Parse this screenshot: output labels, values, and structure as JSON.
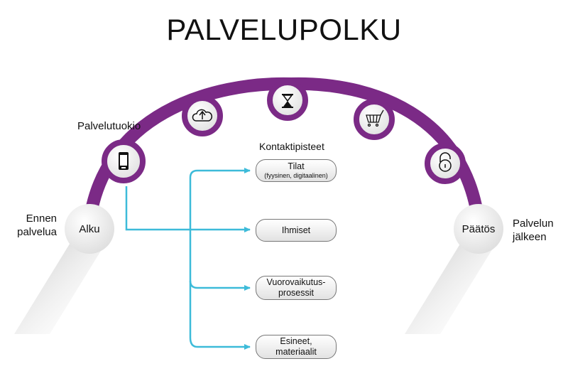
{
  "title": "PALVELUPOLKU",
  "colors": {
    "arc": "#7b2a86",
    "connector": "#3dbbd9",
    "node_fill": "#f2f2f2"
  },
  "arc_nodes": [
    {
      "icon": "smartphone-icon",
      "label": "Palvelutuokio"
    },
    {
      "icon": "cloud-upload-icon"
    },
    {
      "icon": "hourglass-icon"
    },
    {
      "icon": "shopping-cart-icon"
    },
    {
      "icon": "padlock-icon"
    }
  ],
  "start": {
    "label": "Alku",
    "side_label_line1": "Ennen",
    "side_label_line2": "palvelua"
  },
  "end": {
    "label": "Päätös",
    "side_label_line1": "Palvelun",
    "side_label_line2": "jälkeen"
  },
  "touchpoints": {
    "heading": "Kontaktipisteet",
    "items": [
      {
        "line1": "Tilat",
        "line2": "(fyysinen, digitaalinen)"
      },
      {
        "line1": "Ihmiset",
        "line2": ""
      },
      {
        "line1": "Vuorovaikutus-",
        "line2": "prosessit"
      },
      {
        "line1": "Esineet,",
        "line2": "materiaalit"
      }
    ]
  }
}
